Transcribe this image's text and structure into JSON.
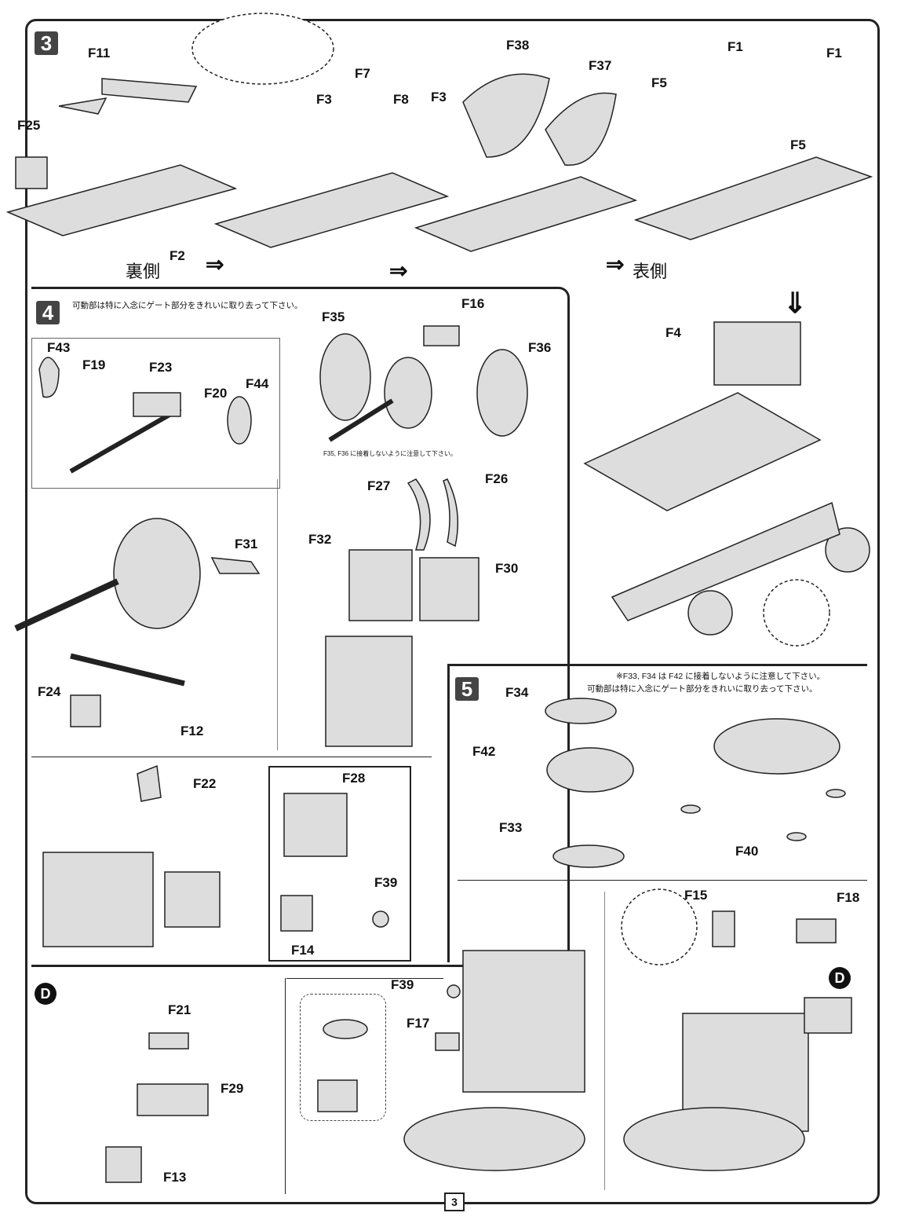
{
  "step3": {
    "badge": "3",
    "labels": [
      "F11",
      "F25",
      "F2",
      "F3",
      "F7",
      "F8",
      "F3",
      "F38",
      "F37",
      "F5",
      "F1",
      "F1",
      "F5"
    ],
    "back_side": "裏側",
    "front_side": "表側",
    "arrow_right": "⇒",
    "arrow_down": "⇓"
  },
  "step4": {
    "badge": "4",
    "note": "可動部は特に入念にゲート部分をきれいに取り去って下さい。",
    "note2": "F35, F36 に接着しないように注意して下さい。",
    "labels": [
      "F35",
      "F16",
      "F36",
      "F43",
      "F19",
      "F23",
      "F20",
      "F44",
      "F27",
      "F26",
      "F31",
      "F32",
      "F30",
      "F24",
      "F12",
      "F22",
      "F28",
      "F39",
      "F14"
    ]
  },
  "chassis": {
    "labels": [
      "F4"
    ]
  },
  "step5": {
    "badge": "5",
    "note1": "※F33, F34 は F42 に接着しないように注意して下さい。",
    "note2": "可動部は特に入念にゲート部分をきれいに取り去って下さい。",
    "labels": [
      "F34",
      "F42",
      "F33",
      "F40"
    ]
  },
  "bottom": {
    "marker": "D",
    "labels": [
      "F21",
      "F29",
      "F13",
      "F39",
      "F17",
      "F15",
      "F18"
    ]
  },
  "page_number": "3"
}
